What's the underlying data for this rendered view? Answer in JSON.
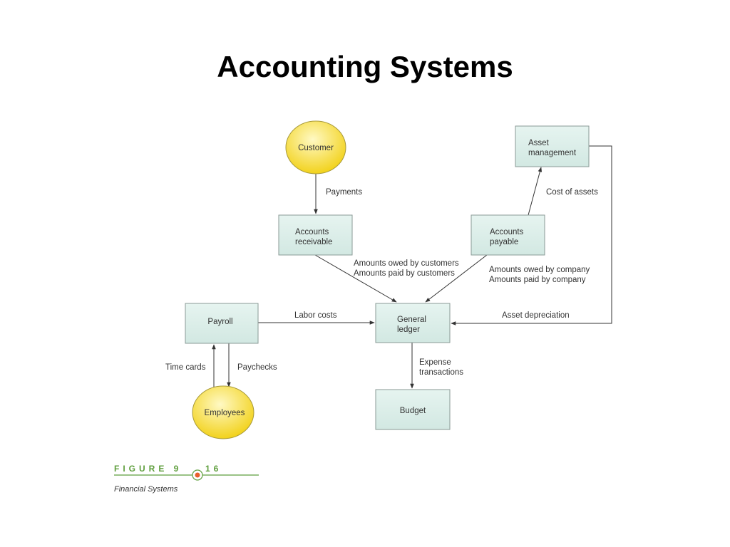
{
  "slide": {
    "title": "Accounting Systems"
  },
  "nodes": {
    "customer": {
      "lines": [
        "Customer"
      ],
      "shape": "circle"
    },
    "employees": {
      "lines": [
        "Employees"
      ],
      "shape": "circle"
    },
    "accounts_receivable": {
      "lines": [
        "Accounts",
        "receivable"
      ],
      "shape": "box"
    },
    "accounts_payable": {
      "lines": [
        "Accounts",
        "payable"
      ],
      "shape": "box"
    },
    "asset_management": {
      "lines": [
        "Asset",
        "management"
      ],
      "shape": "box"
    },
    "payroll": {
      "lines": [
        "Payroll"
      ],
      "shape": "box"
    },
    "general_ledger": {
      "lines": [
        "General",
        "ledger"
      ],
      "shape": "box"
    },
    "budget": {
      "lines": [
        "Budget"
      ],
      "shape": "box"
    }
  },
  "edges": {
    "payments": {
      "lines": [
        "Payments"
      ],
      "from": "Customer",
      "to": "Accounts receivable"
    },
    "ar_to_gl": {
      "lines": [
        "Amounts owed by customers",
        "Amounts paid by customers"
      ],
      "from": "Accounts receivable",
      "to": "General ledger"
    },
    "ap_to_gl": {
      "lines": [
        "Amounts owed by company",
        "Amounts paid by company"
      ],
      "from": "Accounts payable",
      "to": "General ledger"
    },
    "cost_of_assets": {
      "lines": [
        "Cost of assets"
      ],
      "from": "Accounts payable",
      "to": "Asset management"
    },
    "asset_depreciation": {
      "lines": [
        "Asset depreciation"
      ],
      "from": "Asset management",
      "to": "General ledger"
    },
    "labor_costs": {
      "lines": [
        "Labor costs"
      ],
      "from": "Payroll",
      "to": "General ledger"
    },
    "time_cards": {
      "lines": [
        "Time cards"
      ],
      "from": "Employees",
      "to": "Payroll"
    },
    "paychecks": {
      "lines": [
        "Paychecks"
      ],
      "from": "Payroll",
      "to": "Employees"
    },
    "expense_transactions": {
      "lines": [
        "Expense",
        "transactions"
      ],
      "from": "General ledger",
      "to": "Budget"
    }
  },
  "figure": {
    "label_left": "FIGURE 9",
    "label_right": "16",
    "caption": "Financial Systems"
  },
  "colors": {
    "box_fill": "#dbeee9",
    "box_stroke": "#8a9a96",
    "circle_fill_light": "#fff9c4",
    "circle_fill_dark": "#f2d21c",
    "circle_stroke": "#a89a3a",
    "arrow": "#333333",
    "figure_green": "#5e9e3c",
    "figure_dot": "#e8602c"
  }
}
